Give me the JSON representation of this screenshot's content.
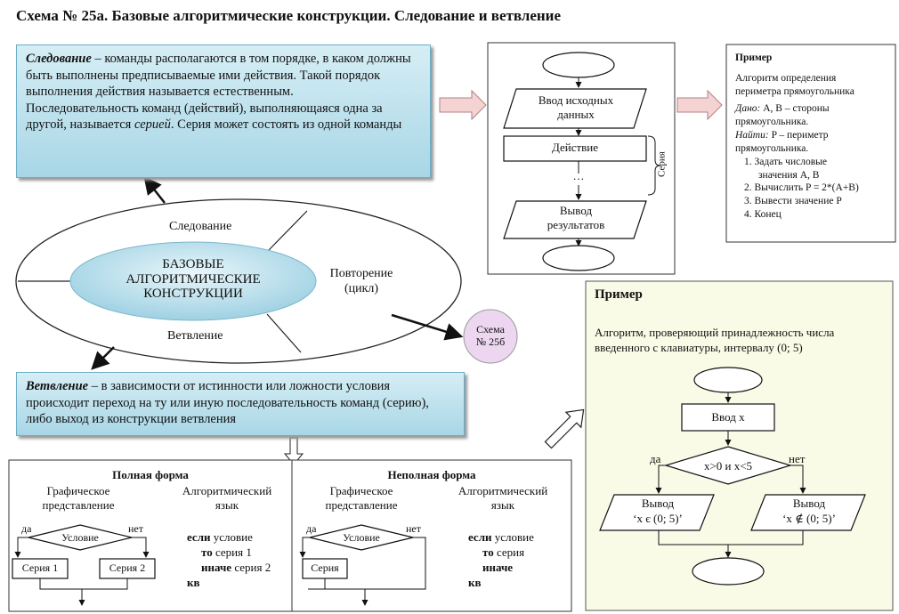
{
  "title": "Схема № 25а. Базовые алгоритмические конструкции. Следование и ветвление",
  "follow_box": {
    "term": "Следование",
    "p1": " – команды располагаются в том порядке, в каком должны быть выполнены предписываемые ими действия. Такой порядок выполнения действия называется естественным.",
    "p2a": "Последовательность команд (действий), выполняющаяся одна за другой, называется ",
    "p2term": "серией",
    "p2b": ". Серия может состоять из одной команды"
  },
  "branch_box": {
    "term": "Ветвление",
    "text": " – в зависимости от истинности или ложности условия происходит переход на ту или иную последовательность команд (серию), либо выход из конструкции ветвления"
  },
  "ellipse": {
    "center_l1": "БАЗОВЫЕ",
    "center_l2": "АЛГОРИТМИЧЕСКИЕ",
    "center_l3": "КОНСТРУКЦИИ",
    "sector_follow": "Следование",
    "sector_repeat_l1": "Повторение",
    "sector_repeat_l2": "(цикл)",
    "sector_branch": "Ветвление"
  },
  "schema_link": {
    "l1": "Схема",
    "l2": "№ 25б"
  },
  "flow1": {
    "input_l1": "Ввод исходных",
    "input_l2": "данных",
    "action": "Действие",
    "dots": "…",
    "output_l1": "Вывод",
    "output_l2": "результатов",
    "series_label": "Серия"
  },
  "example1": {
    "title": "Пример",
    "l1": "Алгоритм определения",
    "l2": "периметра прямоугольника",
    "given_label": "Дано:",
    "given_text": " A, B – стороны",
    "given_text2": "прямоугольника.",
    "find_label": "Найти:",
    "find_text": " P – периметр",
    "find_text2": "прямоугольника.",
    "steps": [
      "1.  Задать числовые",
      "значения A, B",
      "2.  Вычислить P = 2*(A+B)",
      "3.  Вывести значение P",
      "4.  Конец"
    ]
  },
  "example2": {
    "title": "Пример",
    "l1": "Алгоритм, проверяющий принадлежность числа",
    "l2": "введенного с клавиатуры, интервалу (0; 5)",
    "input": "Ввод x",
    "cond": "x>0 и x<5",
    "yes": "да",
    "no": "нет",
    "out_yes_l1": "Вывод",
    "out_yes_l2": "‘x є (0; 5)’",
    "out_no_l1": "Вывод",
    "out_no_l2": "‘x ∉ (0; 5)’"
  },
  "full_form": {
    "title": "Полная форма",
    "col1_l1": "Графическое",
    "col1_l2": "представление",
    "col2_l1": "Алгоритмический",
    "col2_l2": "язык",
    "yes": "да",
    "no": "нет",
    "cond": "Условие",
    "s1": "Серия 1",
    "s2": "Серия 2",
    "code_if": "если",
    "code_if_rest": " условие",
    "code_then": "то",
    "code_then_rest": " серия 1",
    "code_else": "иначе",
    "code_else_rest": " серия 2",
    "code_end": "кв"
  },
  "partial_form": {
    "title": "Неполная форма",
    "col1_l1": "Графическое",
    "col1_l2": "представление",
    "col2_l1": "Алгоритмический",
    "col2_l2": "язык",
    "yes": "да",
    "no": "нет",
    "cond": "Условие",
    "s1": "Серия",
    "code_if": "если",
    "code_if_rest": " условие",
    "code_then": "то",
    "code_then_rest": " серия",
    "code_else": "иначе",
    "code_end": "кв"
  },
  "colors": {
    "blue_box": "#a8d6e6",
    "pink_arrow": "#f6d3d3",
    "ellipse_center": "#bfe3ee",
    "schema_circle": "#ecd6f0",
    "green_bg": "#fafbe6"
  }
}
